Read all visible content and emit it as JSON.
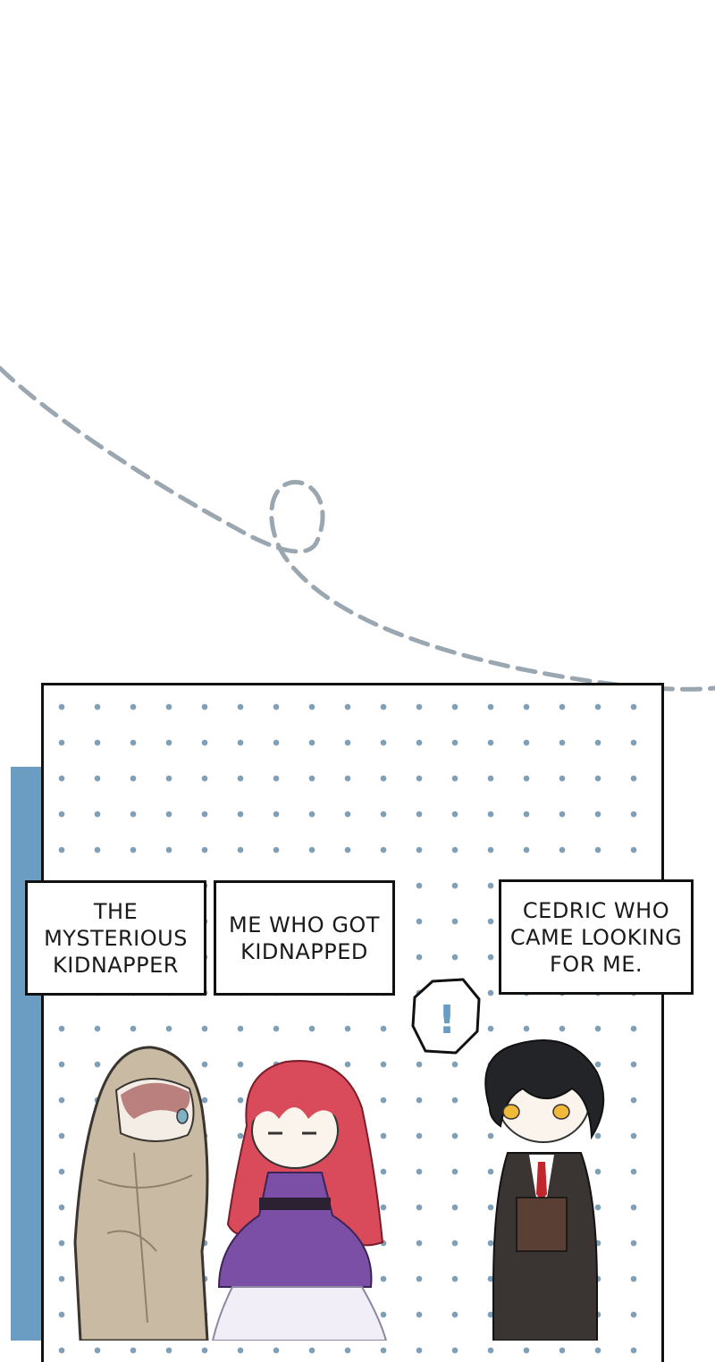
{
  "captions": {
    "kidnapper": "THE\nMYSTERIOUS\nKIDNAPPER",
    "me": "ME WHO GOT\nKIDNAPPED",
    "cedric": "CEDRIC WHO\nCAME LOOKING\nFOR ME."
  },
  "exclamation": "!",
  "colors": {
    "dash_line": "#9aa7b0",
    "dots": "#7f9fb5",
    "side_strip": "#6b9dc2",
    "border": "#111111",
    "cloak": "#c9bba3",
    "dress": "#7b4fa6",
    "hair_red": "#d94a5a",
    "hair_black": "#222428",
    "coat": "#3a3533"
  }
}
